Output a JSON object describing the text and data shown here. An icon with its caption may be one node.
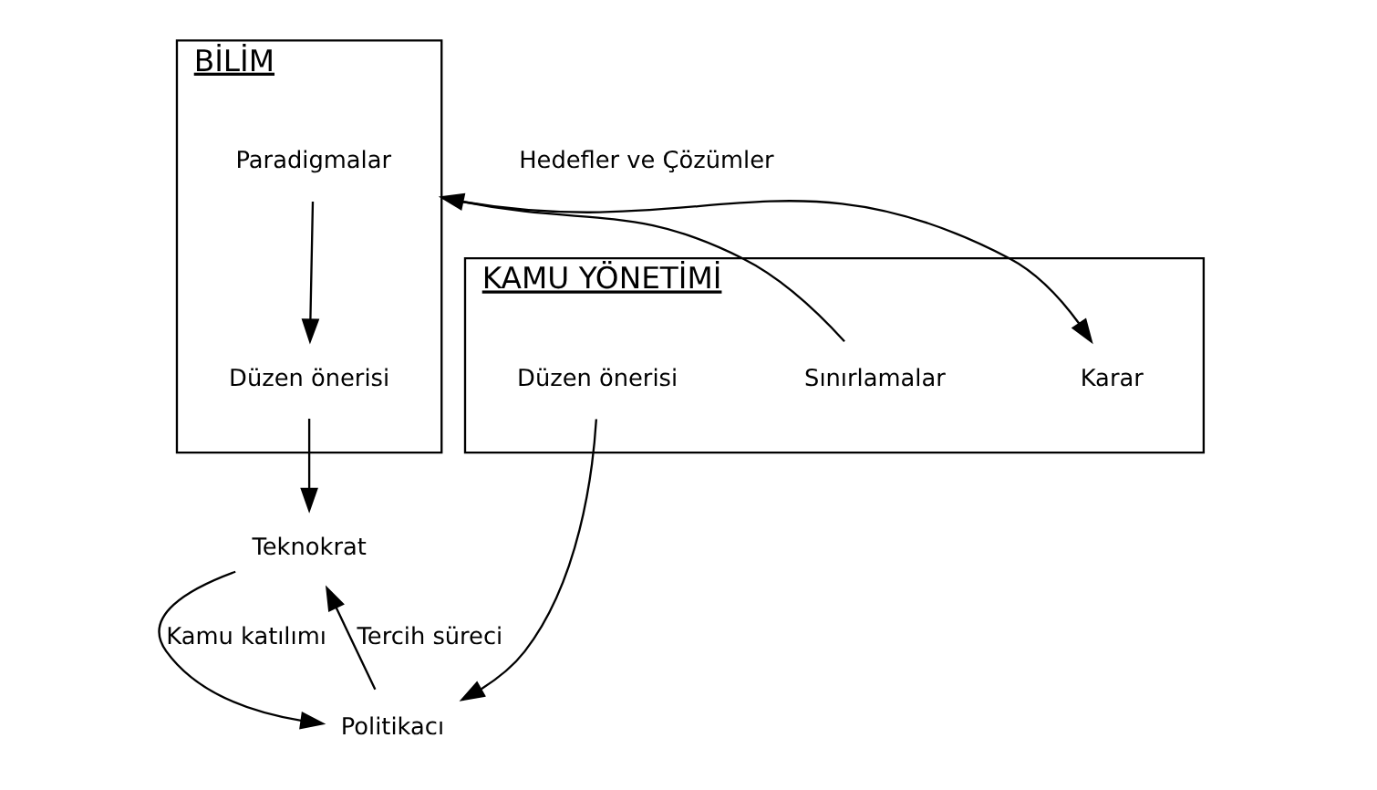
{
  "diagram": {
    "nodes": [
      {
        "text": [
          "KAMU YÖNETİMİ"
        ]
      },
      {
        "text": [
          "Sınırlamalar"
        ],
        "in": 0
      },
      {
        "text": [
          "Karar"
        ],
        "in": 0
      },
      {
        "text": [
          "Düzen önerisi"
        ],
        "in": 0
      },
      {
        "text": [
          "BİLİM"
        ]
      },
      {
        "text": [
          "Politikacı"
        ]
      },
      {
        "text": [
          "Teknokrat"
        ]
      },
      {
        "text": [
          "Paradigmalar"
        ],
        "in": 4
      },
      {
        "text": [
          "Düzen önerisi"
        ],
        "in": 4
      }
    ],
    "edges": [
      {
        "from": 1,
        "to": 4,
        "arrow": "to"
      },
      {
        "from": 4,
        "to": 2,
        "arrow": "to"
      },
      {
        "from": 3,
        "to": 5,
        "arrow": "to"
      },
      {
        "from": 5,
        "to": 6,
        "label": "Tercih süreci",
        "arrow": "to"
      },
      {
        "from": 6,
        "to": 5,
        "label": "Kamu katılımı",
        "arrow": "to"
      },
      {
        "from": 7,
        "to": 8,
        "arrow": "to"
      },
      {
        "from": 8,
        "to": 6,
        "arrow": "to"
      }
    ],
    "labels": [
      "Hedefler ve Çözümler"
    ]
  }
}
